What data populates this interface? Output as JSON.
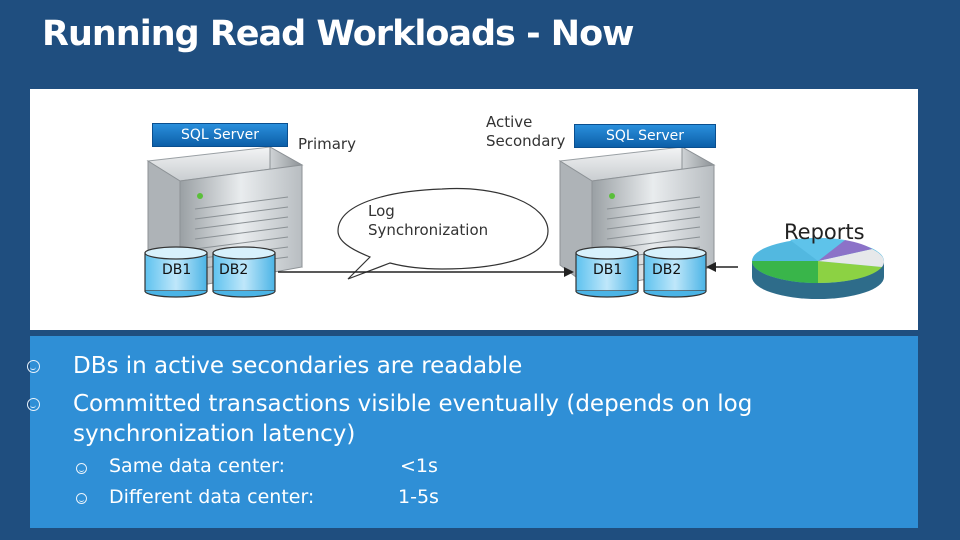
{
  "title": "Running Read Workloads - Now",
  "diagram": {
    "left_server_label": "SQL Server",
    "right_server_label": "SQL Server",
    "primary_label": "Primary",
    "secondary_label_line1": "Active",
    "secondary_label_line2": "Secondary",
    "log_sync_line1": "Log",
    "log_sync_line2": "Synchronization",
    "left_dbs": [
      "DB1",
      "DB2"
    ],
    "right_dbs": [
      "DB1",
      "DB2"
    ],
    "reports_label": "Reports",
    "colors": {
      "server_label_bg": "#1a77c4",
      "panel_bg": "#2f8fd6",
      "page_bg": "#1f4e7f"
    },
    "icons": [
      "server-icon",
      "database-icon",
      "pie-chart-icon",
      "speech-bubble",
      "arrow-icon"
    ]
  },
  "bullets": [
    "DBs in active secondaries are readable",
    "Committed transactions visible eventually  (depends on log",
    "synchronization latency)"
  ],
  "sub_bullets": [
    {
      "label": "Same data center:",
      "value": "<1s"
    },
    {
      "label": "Different data center:",
      "value": "1-5s"
    }
  ]
}
